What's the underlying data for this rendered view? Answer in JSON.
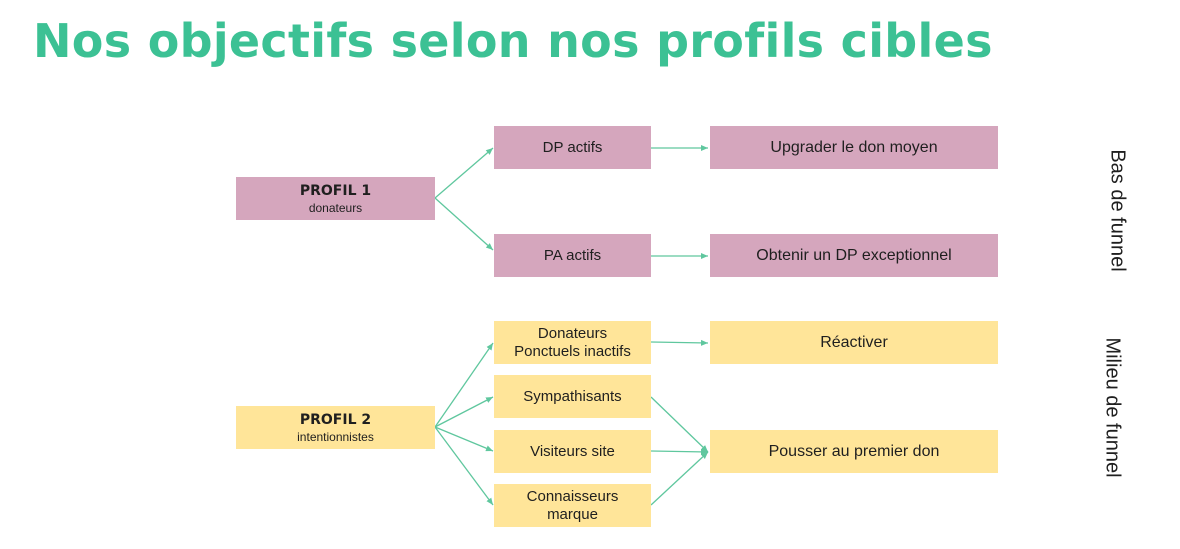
{
  "title": "Nos objectifs selon nos profils cibles",
  "profile1": {
    "title": "PROFIL 1",
    "subtitle": "donateurs"
  },
  "profile2": {
    "title": "PROFIL 2",
    "subtitle": "intentionnistes"
  },
  "segments": {
    "dp_actifs": "DP actifs",
    "pa_actifs": "PA actifs",
    "donateurs_ponctuels": [
      "Donateurs",
      "Ponctuels inactifs"
    ],
    "sympathisants": "Sympathisants",
    "visiteurs_site": "Visiteurs site",
    "connaisseurs_marque": [
      "Connaisseurs",
      "marque"
    ]
  },
  "goals": {
    "upgrader": "Upgrader le don moyen",
    "obtenir_dp": "Obtenir un DP exceptionnel",
    "reactiver": "Réactiver",
    "premier_don": "Pousser au premier don"
  },
  "funnel_labels": {
    "bas": "Bas de funnel",
    "milieu": "Milieu de funnel"
  },
  "colors": {
    "title": "#3cc194",
    "profile1_fill": "#d5a6bd",
    "profile2_fill": "#ffe599",
    "arrow": "#5fc79e"
  }
}
